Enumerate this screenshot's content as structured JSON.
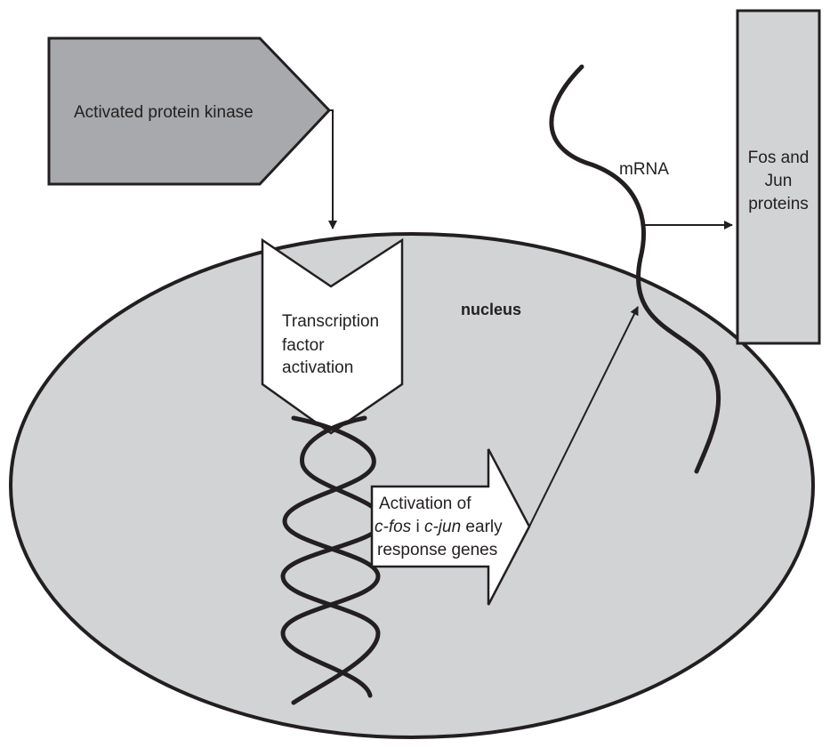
{
  "labels": {
    "kinase": "Activated protein kinase",
    "nucleus": "nucleus",
    "mrna": "mRNA",
    "proteins_line1": "Fos and",
    "proteins_line2": "Jun",
    "proteins_line3": "proteins",
    "tf_line1": "Transcription",
    "tf_line2": "factor",
    "tf_line3": "activation",
    "genes_line1": "Activation of",
    "genes_cfos": "c-fos",
    "genes_conj": " i ",
    "genes_cjun": "c-jun",
    "genes_early": " early",
    "genes_line3": "response genes"
  },
  "colors": {
    "fill_gray": "#d1d3d4",
    "kinase_fill": "#a7a9ac",
    "arrow_fill": "#ffffff",
    "stroke": "#231f20"
  }
}
